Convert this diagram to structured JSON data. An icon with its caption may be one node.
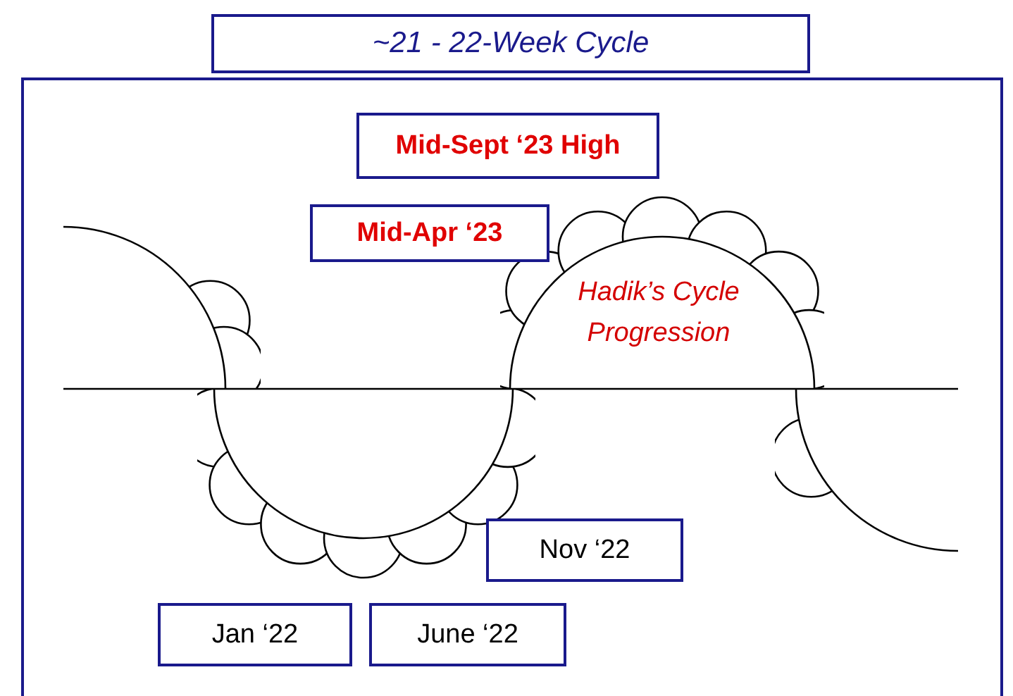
{
  "diagram": {
    "title": "~21 - 22-Week Cycle",
    "nodes": [
      {
        "text": [
          "Mid-Sept ‘23 High"
        ]
      },
      {
        "text": [
          "Mid-Apr ‘23"
        ]
      },
      {
        "text": [
          "Nov ‘22"
        ]
      },
      {
        "text": [
          "Jan ‘22"
        ]
      },
      {
        "text": [
          "June ‘22"
        ]
      }
    ],
    "labels": [
      "Hadik’s Cycle Progression"
    ]
  }
}
